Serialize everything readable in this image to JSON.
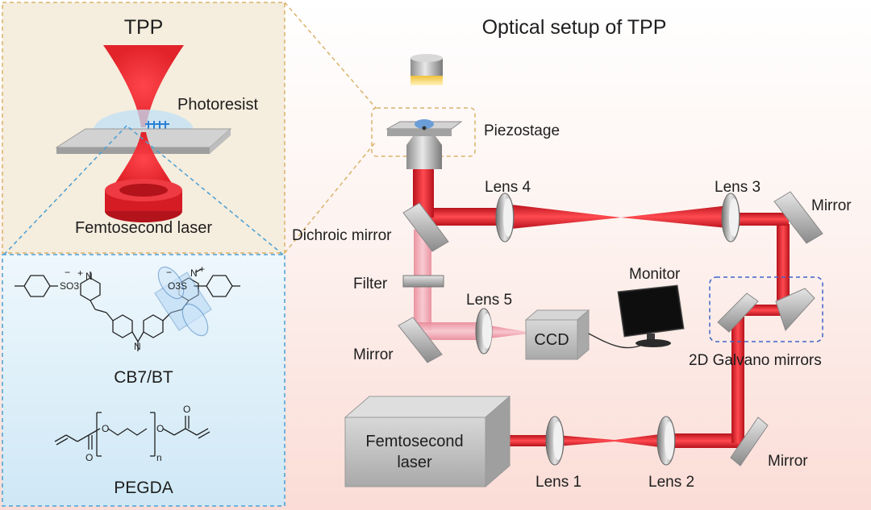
{
  "left_panel": {
    "title": "TPP",
    "photoresist_label": "Photoresist",
    "laser_label": "Femtosecond laser",
    "molecule1_name": "CB7/BT",
    "molecule2_name": "PEGDA",
    "chem_text": {
      "so3": "SO3",
      "o3s": "O3S",
      "minus": "−",
      "n_plus": "N",
      "plus": "+",
      "n": "N",
      "o": "O",
      "sub_n": "n"
    }
  },
  "right_panel": {
    "title": "Optical setup of TPP",
    "labels": {
      "piezostage": "Piezostage",
      "lens1": "Lens 1",
      "lens2": "Lens 2",
      "lens3": "Lens 3",
      "lens4": "Lens 4",
      "lens5": "Lens 5",
      "mirror_top": "Mirror",
      "mirror_bottom": "Mirror",
      "mirror_left": "Mirror",
      "dichroic": "Dichroic mirror",
      "filter": "Filter",
      "monitor": "Monitor",
      "ccd": "CCD",
      "galvo": "2D Galvano mirrors",
      "laser_box_line1": "Femtosecond",
      "laser_box_line2": "laser"
    }
  },
  "colors": {
    "beam": "#e0202a",
    "beam_pink": "#f2a5b0",
    "left_top_bg": "#f6efe1",
    "left_bottom_bg": "#d4ecf8",
    "right_bg_top": "#ffffff",
    "right_bg_bottom": "#fbe0dc",
    "zoom_gold": "#d9b36a",
    "zoom_blue": "#4a9fd4",
    "galvo_box": "#3f64c9"
  }
}
